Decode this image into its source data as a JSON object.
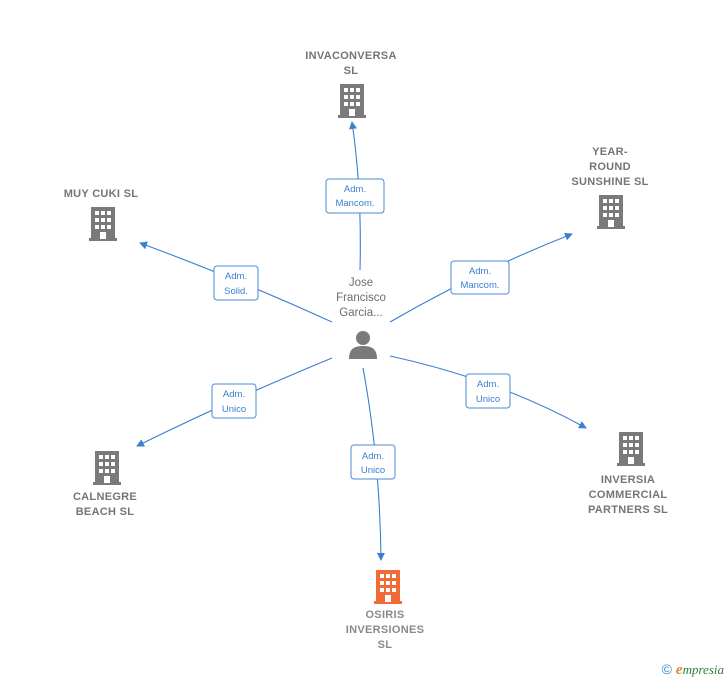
{
  "colors": {
    "edge": "#3a7fd0",
    "company_icon": "#7a7a7a",
    "highlight_icon": "#f26a35",
    "label_text": "#757575"
  },
  "person": {
    "name_lines": [
      "Jose",
      "Francisco",
      "Garcia..."
    ],
    "icon": "person-icon"
  },
  "companies": [
    {
      "id": "invaconversa",
      "label_lines": [
        "INVACONVERSA",
        "SL"
      ],
      "icon": "building-icon",
      "highlight": false
    },
    {
      "id": "year-round",
      "label_lines": [
        "YEAR-",
        "ROUND",
        "SUNSHINE  SL"
      ],
      "icon": "building-icon",
      "highlight": false
    },
    {
      "id": "muy-cuki",
      "label_lines": [
        "MUY CUKI  SL"
      ],
      "icon": "building-icon",
      "highlight": false
    },
    {
      "id": "calnegre",
      "label_lines": [
        "CALNEGRE",
        "BEACH  SL"
      ],
      "icon": "building-icon",
      "highlight": false
    },
    {
      "id": "osiris",
      "label_lines": [
        "OSIRIS",
        "INVERSIONES",
        "SL"
      ],
      "icon": "building-icon",
      "highlight": true
    },
    {
      "id": "inversia",
      "label_lines": [
        "INVERSIA",
        "COMMERCIAL",
        "PARTNERS  SL"
      ],
      "icon": "building-icon",
      "highlight": false
    }
  ],
  "relations": [
    {
      "to": "invaconversa",
      "role_lines": [
        "Adm.",
        "Mancom."
      ]
    },
    {
      "to": "year-round",
      "role_lines": [
        "Adm.",
        "Mancom."
      ]
    },
    {
      "to": "muy-cuki",
      "role_lines": [
        "Adm.",
        "Solid."
      ]
    },
    {
      "to": "calnegre",
      "role_lines": [
        "Adm.",
        "Unico"
      ]
    },
    {
      "to": "osiris",
      "role_lines": [
        "Adm.",
        "Unico"
      ]
    },
    {
      "to": "inversia",
      "role_lines": [
        "Adm.",
        "Unico"
      ]
    }
  ],
  "footer": {
    "copyright_symbol": "©",
    "brand_initial": "e",
    "brand_rest": "mpresia"
  }
}
